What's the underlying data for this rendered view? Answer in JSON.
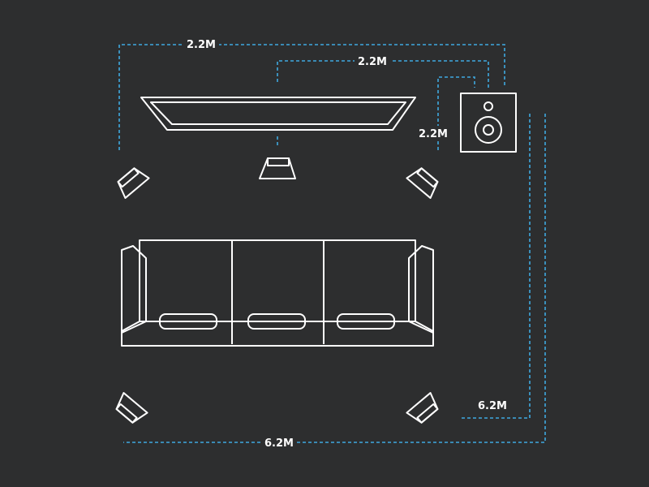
{
  "colors": {
    "background": "#2d2e2f",
    "outline": "#ffffff",
    "cable": "#3fa9e0",
    "cushion": "#3c3f3a"
  },
  "labels": {
    "top_outer": "2.2M",
    "top_inner": "2.2M",
    "subwoofer_side": "2.2M",
    "rear_right": "6.2M",
    "rear_bottom": "6.2M"
  },
  "icons": {
    "soundbar": "soundbar-icon",
    "center": "center-speaker-icon",
    "front_left": "front-left-speaker-icon",
    "front_right": "front-right-speaker-icon",
    "rear_left": "rear-left-speaker-icon",
    "rear_right": "rear-right-speaker-icon",
    "subwoofer": "subwoofer-icon",
    "sofa": "sofa-icon"
  }
}
